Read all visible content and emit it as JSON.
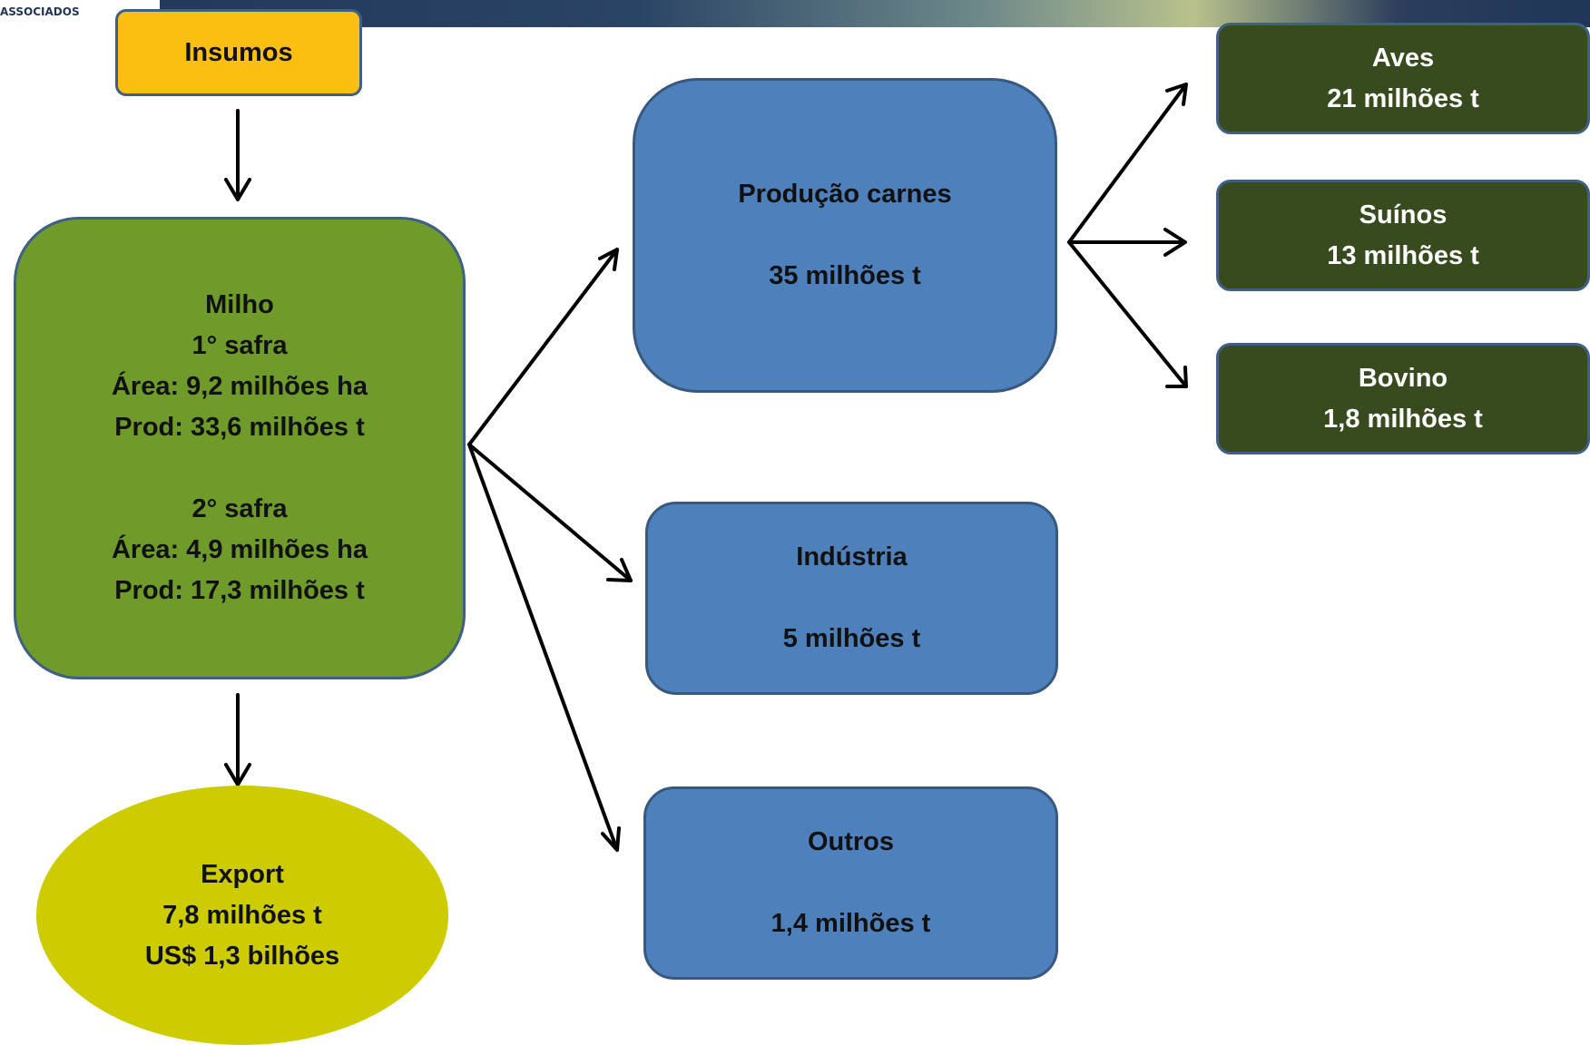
{
  "header": {
    "logo_text": "ASSOCIADOS"
  },
  "nodes": {
    "insumos": {
      "label": "Insumos"
    },
    "milho": {
      "title": "Milho",
      "safra1": {
        "label": "1° safra",
        "area": "Área: 9,2 milhões ha",
        "prod": "Prod: 33,6 milhões t"
      },
      "safra2": {
        "label": "2° safra",
        "area": "Área: 4,9 milhões ha",
        "prod": "Prod: 17,3 milhões t"
      }
    },
    "export": {
      "title": "Export",
      "volume": "7,8 milhões t",
      "value": "US$ 1,3 bilhões"
    },
    "producao_carnes": {
      "title": "Produção carnes",
      "volume": "35 milhões t"
    },
    "industria": {
      "title": "Indústria",
      "volume": "5 milhões t"
    },
    "outros": {
      "title": "Outros",
      "volume": "1,4 milhões t"
    },
    "aves": {
      "title": "Aves",
      "volume": "21 milhões t"
    },
    "suinos": {
      "title": "Suínos",
      "volume": "13 milhões t"
    },
    "bovino": {
      "title": "Bovino",
      "volume": "1,8 milhões t"
    }
  },
  "colors": {
    "insumos": "#fbbf10",
    "milho": "#6f9b2a",
    "export": "#cccc00",
    "blue_nodes": "#4e80bc",
    "dark_nodes": "#384b1f",
    "arrows": "#000000"
  }
}
